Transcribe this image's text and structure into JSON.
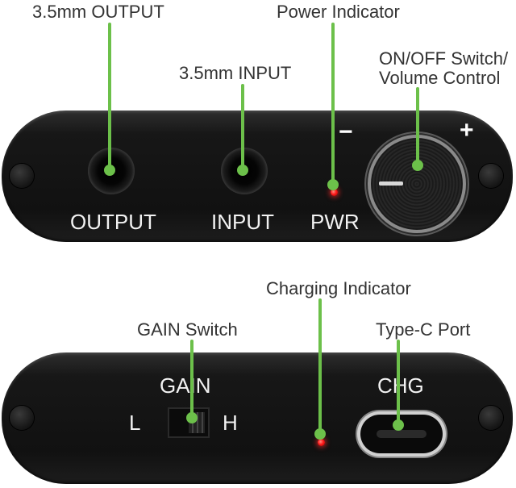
{
  "callouts": {
    "output": "3.5mm OUTPUT",
    "power": "Power Indicator",
    "input": "3.5mm INPUT",
    "switch_line1": "ON/OFF Switch/",
    "switch_line2": "Volume Control",
    "charging": "Charging Indicator",
    "gain": "GAIN Switch",
    "typec": "Type-C Port"
  },
  "top_panel": {
    "output_label": "OUTPUT",
    "input_label": "INPUT",
    "pwr_label": "PWR",
    "minus": "−",
    "plus": "+"
  },
  "bottom_panel": {
    "gain_label": "GAIN",
    "low": "L",
    "high": "H",
    "chg_label": "CHG"
  },
  "colors": {
    "callout_line": "#6cc04a",
    "led": "#ff1a1a",
    "panel": "#151515"
  }
}
